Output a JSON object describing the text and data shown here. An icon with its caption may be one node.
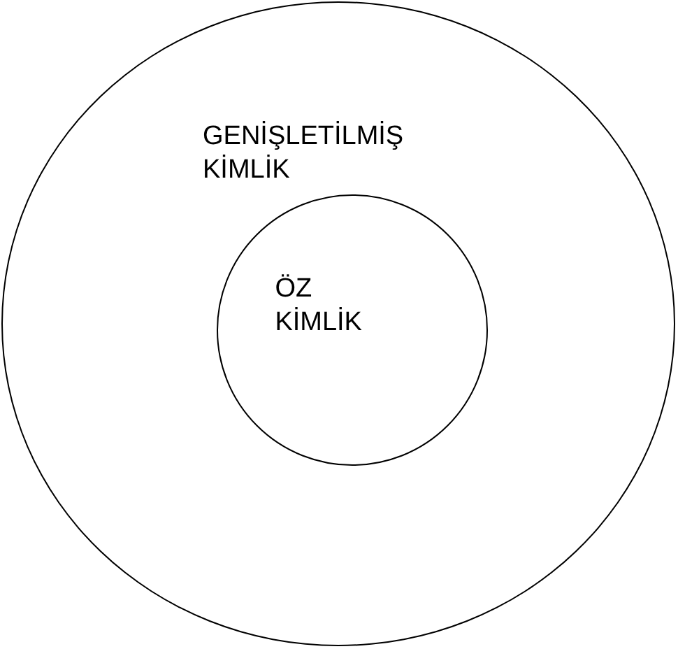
{
  "diagram": {
    "nodes": [
      {
        "text": [
          "GENİŞLETİLMİŞ KİMLİK"
        ]
      },
      {
        "text": [
          "ÖZ KİMLİK"
        ],
        "in": 0
      }
    ]
  }
}
